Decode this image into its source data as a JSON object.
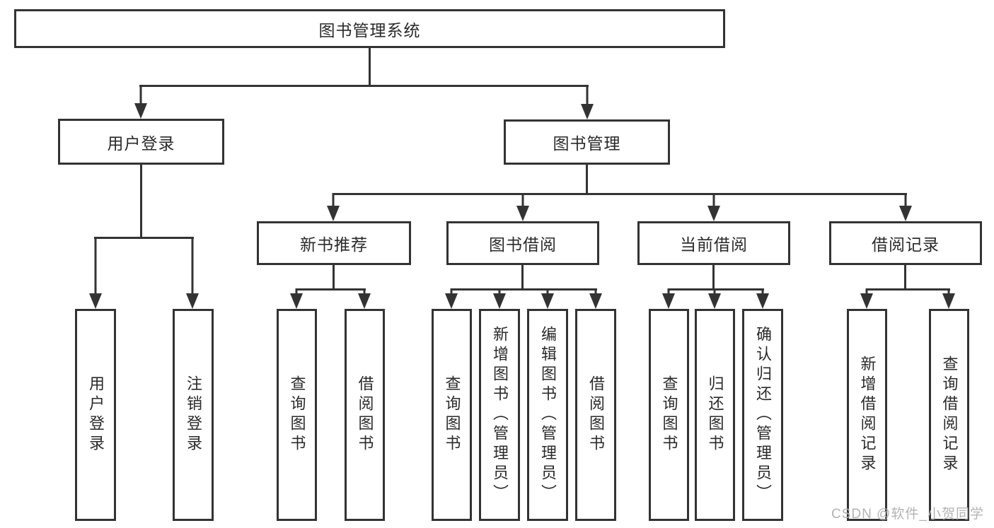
{
  "diagram": {
    "root": "图书管理系统",
    "level1": [
      "用户登录",
      "图书管理"
    ],
    "level2": [
      "新书推荐",
      "图书借阅",
      "当前借阅",
      "借阅记录"
    ],
    "leaves_user_login": [
      "用户登录",
      "注销登录"
    ],
    "leaves_new_book": [
      "查询图书",
      "借阅图书"
    ],
    "leaves_book_borrow": [
      "查询图书",
      "新增图书（管理员）",
      "编辑图书（管理员）",
      "借阅图书"
    ],
    "leaves_current_borrow": [
      "查询图书",
      "归还图书",
      "确认归还（管理员）"
    ],
    "leaves_borrow_records": [
      "新增借阅记录",
      "查询借阅记录"
    ]
  },
  "watermark": {
    "text": "CSDN @软件_小贺同学"
  },
  "colors": {
    "line": "#333333",
    "text": "#2a2a2a",
    "watermark": "#b3b3b3",
    "background": "#ffffff"
  }
}
